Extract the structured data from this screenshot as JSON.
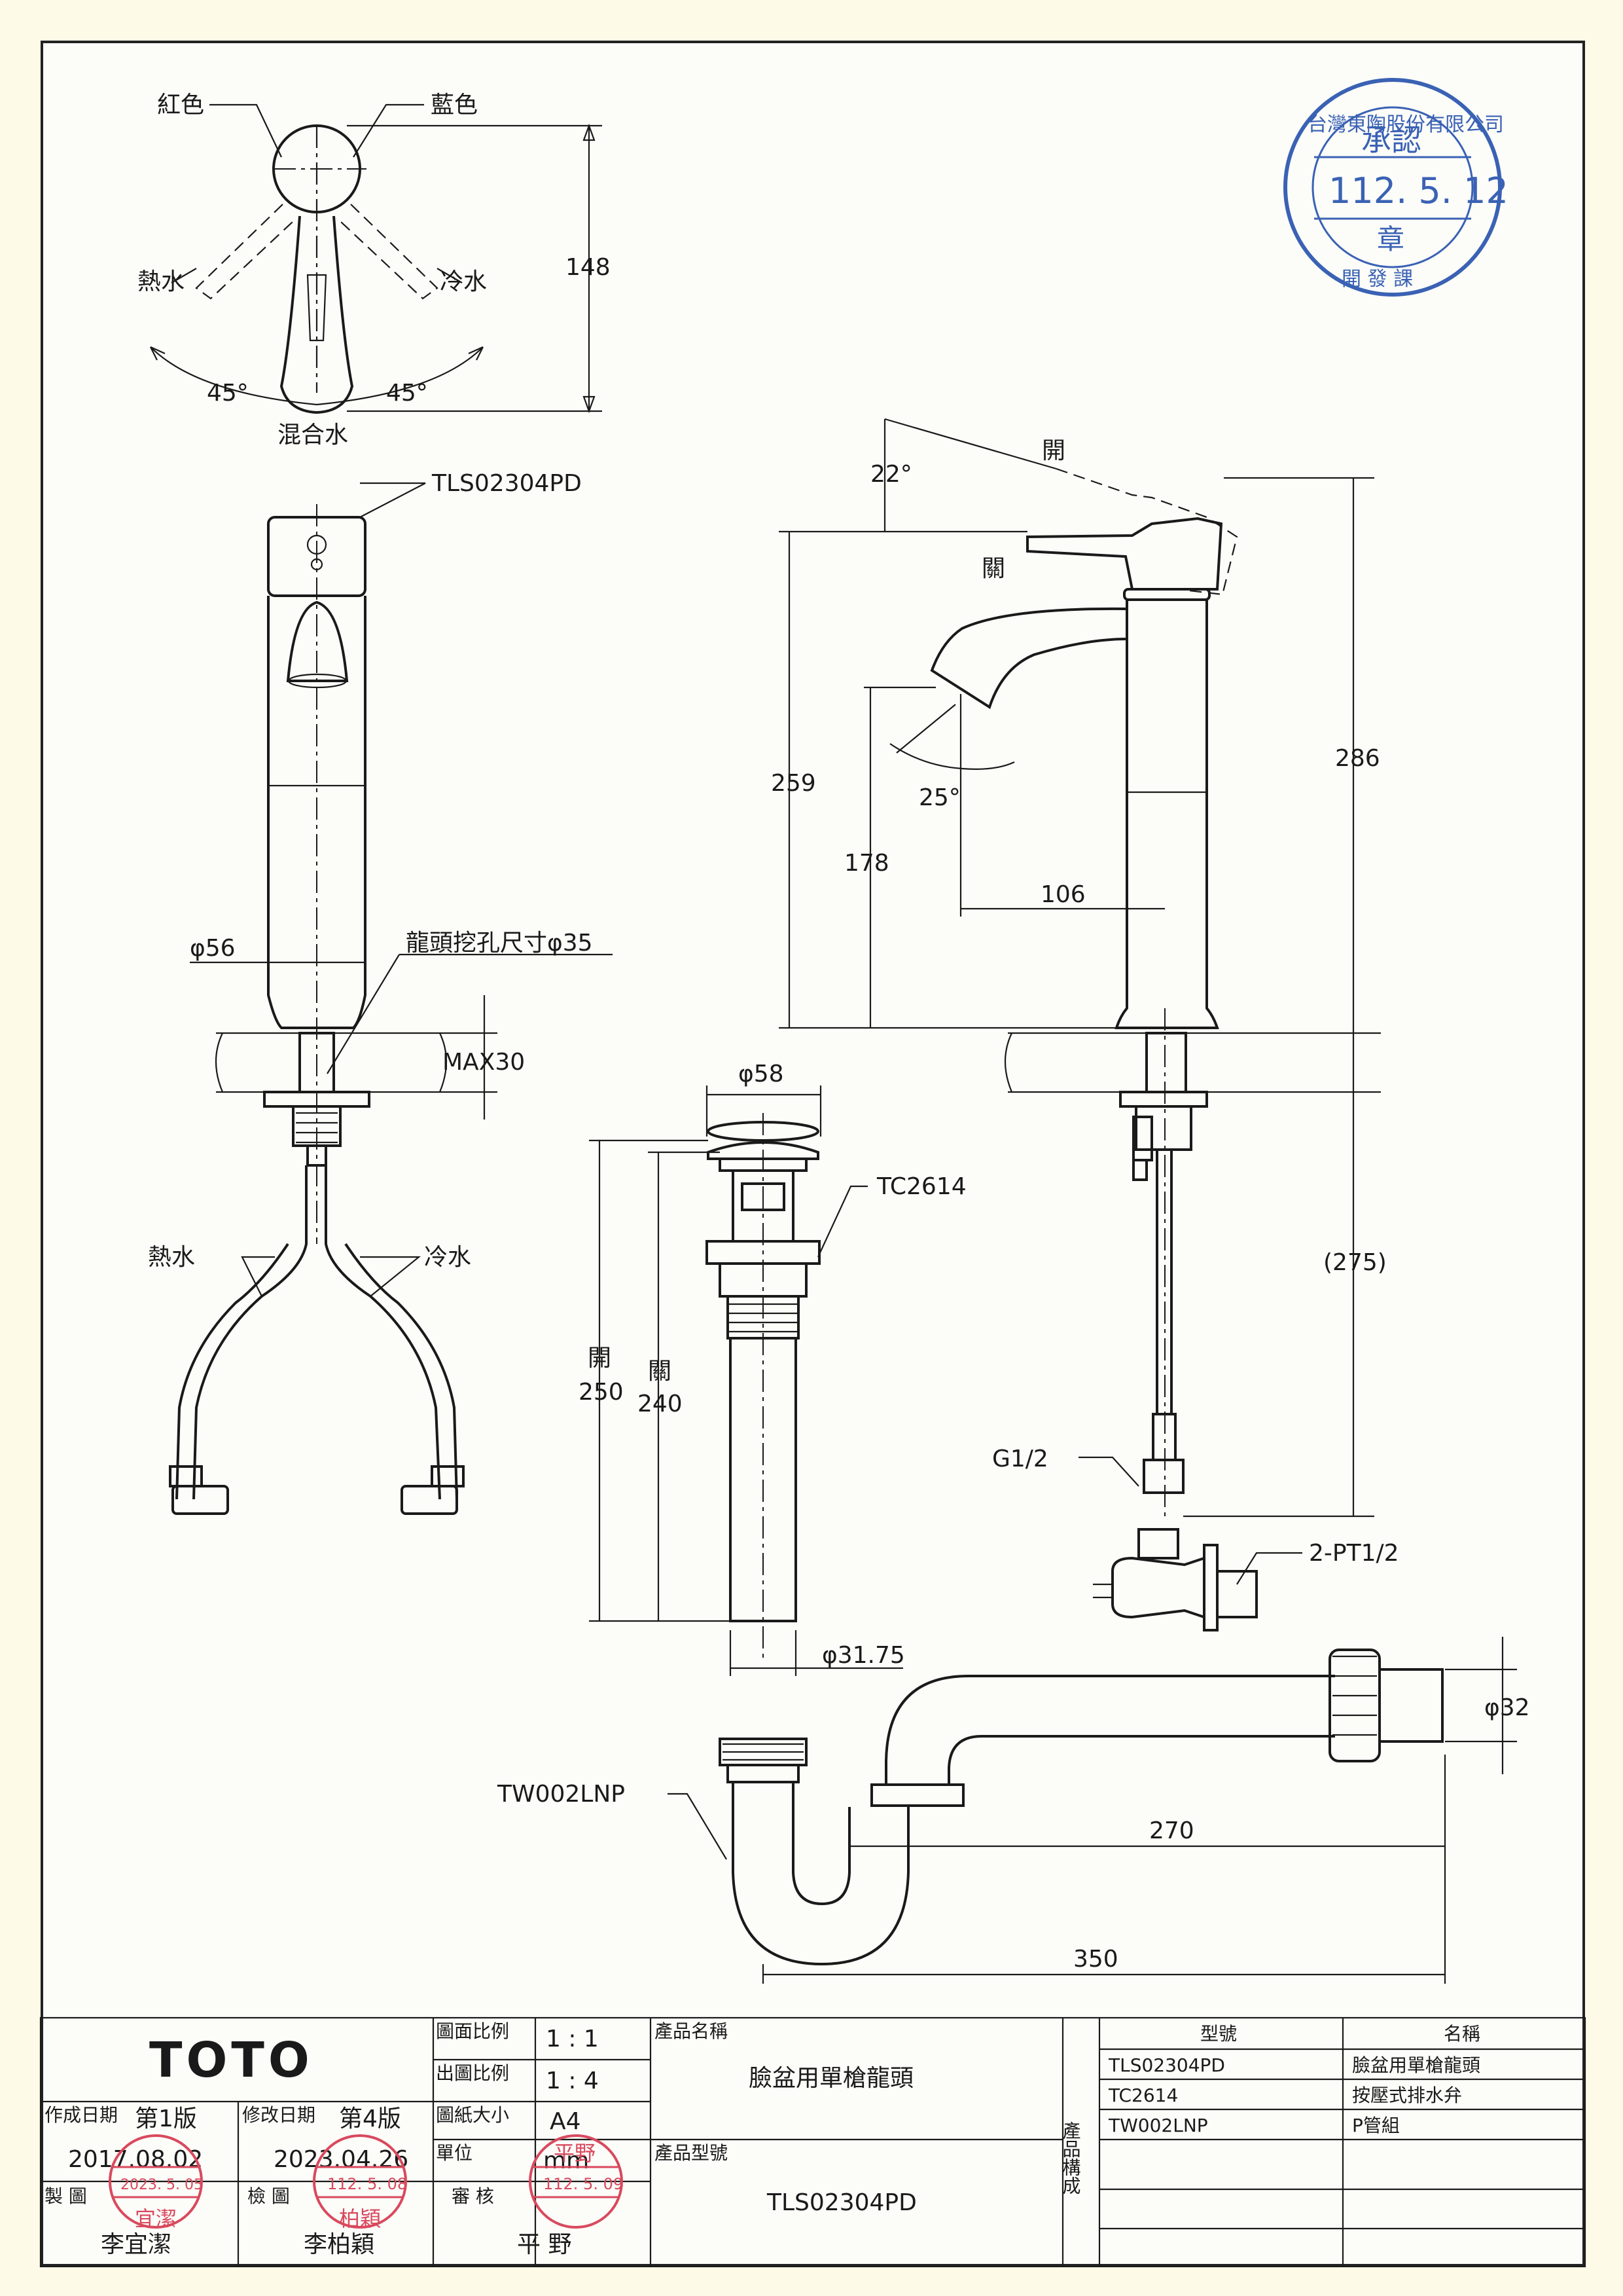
{
  "labels": {
    "red": "紅色",
    "blue": "藍色",
    "hot_water_top": "熱水",
    "cold_water_top": "冷水",
    "angle_left": "45°",
    "angle_right": "45°",
    "mixed_water": "混合水",
    "model_callout": "TLS02304PD",
    "dia_56": "φ56",
    "hole_size": "龍頭挖孔尺寸φ35",
    "max30": "MAX30",
    "hot_water_hose": "熱水",
    "cold_water_hose": "冷水",
    "open_lever": "開",
    "closed_lever": "關",
    "angle_22": "22°",
    "angle_25": "25°",
    "dim_259": "259",
    "dim_178": "178",
    "dim_106": "106",
    "dim_286": "286",
    "dim_275": "(275)",
    "g12": "G1/2",
    "pt12": "2-PT1/2",
    "dia_58": "φ58",
    "tc2614": "TC2614",
    "open_250_label": "開",
    "dim_250": "250",
    "closed_240_label": "關",
    "dim_240": "240",
    "dia_3175": "φ31.75",
    "tw002lnp": "TW002LNP",
    "dia_32": "φ32",
    "dim_270": "270",
    "dim_350": "350"
  },
  "approval_stamp": {
    "arc_text": "台灣東陶股份有限公司",
    "title": "承認",
    "date": "112. 5. 12",
    "seal": "章",
    "dept": "開 發 課"
  },
  "title_block": {
    "brand": "TOTO",
    "drawing_scale_label": "圖面比例",
    "drawing_scale": "1 : 1",
    "output_scale_label": "出圖比例",
    "output_scale": "1 : 4",
    "paper_size_label": "圖紙大小",
    "paper_size": "A4",
    "unit_label": "單位",
    "unit": "mm",
    "review_label": "審 核",
    "reviewer": "平 野",
    "product_name_label": "產品名稱",
    "product_name": "臉盆用單槍龍頭",
    "product_model_label": "產品型號",
    "product_model": "TLS02304PD",
    "created_label": "作成日期",
    "created_version": "第1版",
    "created_date": "2017.08.02",
    "modified_label": "修改日期",
    "modified_version": "第4版",
    "modified_date": "2023.04.26",
    "drawn_label": "製 圖",
    "drawn_by": "李宜潔",
    "checked_label": "檢 圖",
    "checked_by": "李柏穎",
    "composition_label": "產品構成",
    "table_headers": [
      "型號",
      "名稱"
    ],
    "components": [
      {
        "model": "TLS02304PD",
        "name": "臉盆用單槍龍頭"
      },
      {
        "model": "TC2614",
        "name": "按壓式排水弁"
      },
      {
        "model": "TW002LNP",
        "name": "P管組"
      }
    ],
    "stamps": [
      {
        "name": "宜潔",
        "date": "2023. 5. 05"
      },
      {
        "name": "柏穎",
        "date": "112. 5. 08"
      },
      {
        "name": "平野",
        "date": "112. 5. 09"
      }
    ]
  }
}
